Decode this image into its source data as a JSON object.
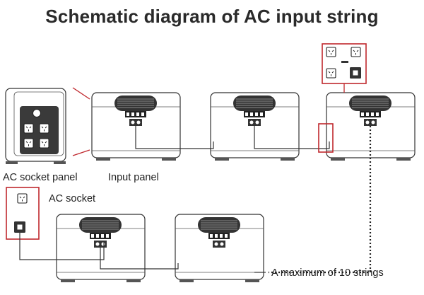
{
  "title": "Schematic diagram of AC input string",
  "labels": {
    "ac_socket_panel": "AC socket panel",
    "input_panel": "Input panel",
    "ac_socket": "AC socket",
    "max_strings": "A maximum of 10 strings"
  },
  "colors": {
    "highlight": "#c0282d",
    "line": "#333333"
  }
}
